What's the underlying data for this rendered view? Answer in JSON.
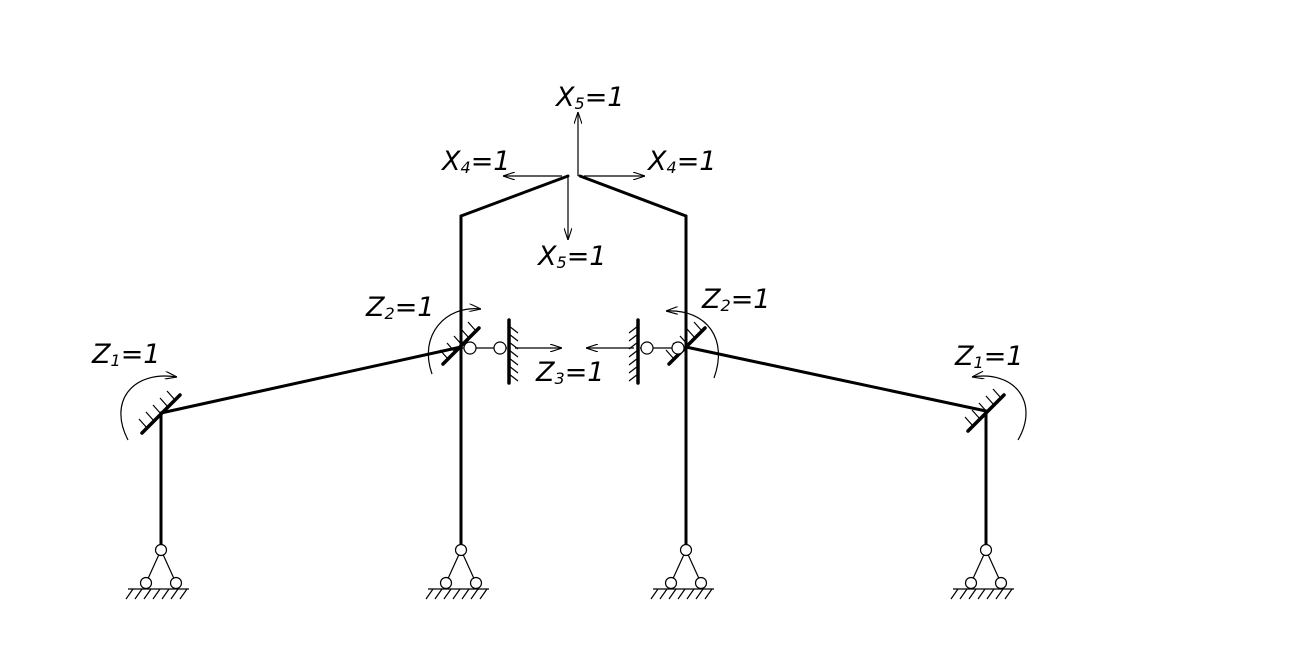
{
  "diagram": {
    "labels": {
      "x5_top": {
        "main": "X",
        "sub": "5",
        "rest": "=1"
      },
      "x4_left": {
        "main": "X",
        "sub": "4",
        "rest": "=1"
      },
      "x4_right": {
        "main": "X",
        "sub": "4",
        "rest": "=1"
      },
      "x5_bottom": {
        "main": "X",
        "sub": "5",
        "rest": "=1"
      },
      "z2_left": {
        "main": "Z",
        "sub": "2",
        "rest": "=1"
      },
      "z2_right": {
        "main": "Z",
        "sub": "2",
        "rest": "=1"
      },
      "z3": {
        "main": "Z",
        "sub": "3",
        "rest": "=1"
      },
      "z1_left": {
        "main": "Z",
        "sub": "1",
        "rest": "=1"
      },
      "z1_right": {
        "main": "Z",
        "sub": "1",
        "rest": "=1"
      }
    }
  }
}
